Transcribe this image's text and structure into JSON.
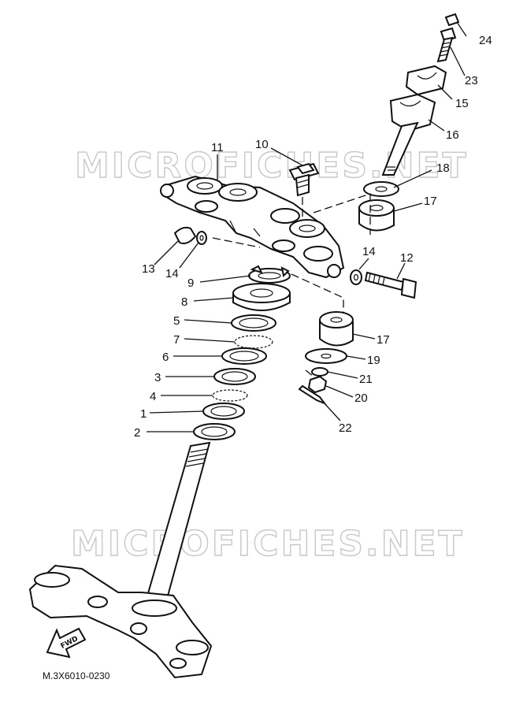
{
  "watermarks": [
    "MICROFICHES.NET",
    "MICROFICHES.NET"
  ],
  "footer_code": "M.3X6010-0230",
  "direction_arrow_text": "FWD",
  "callouts": [
    "1",
    "2",
    "3",
    "4",
    "5",
    "6",
    "7",
    "8",
    "9",
    "10",
    "11",
    "12",
    "13",
    "14",
    "14",
    "15",
    "16",
    "17",
    "17",
    "18",
    "19",
    "20",
    "21",
    "22",
    "23",
    "24"
  ]
}
